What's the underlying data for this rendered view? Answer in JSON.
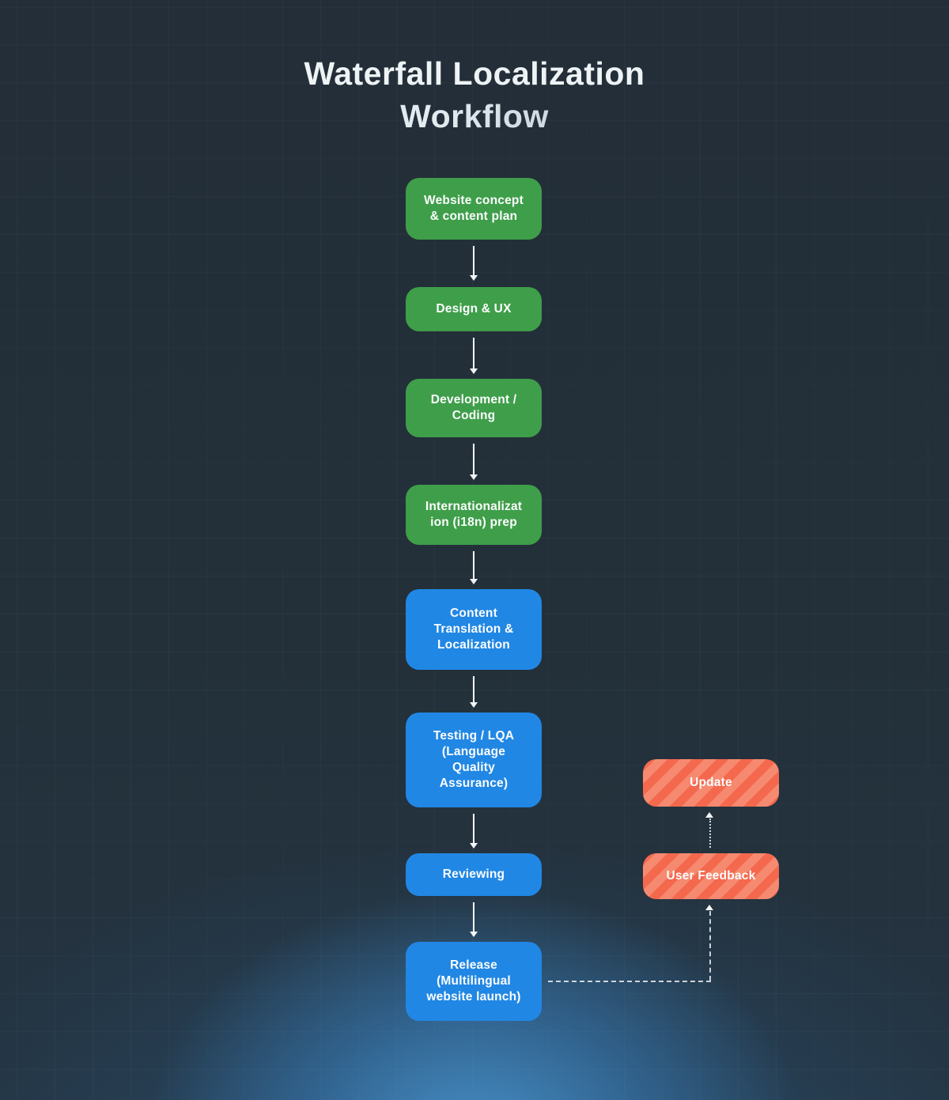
{
  "title": {
    "line1": "Waterfall Localization",
    "line2": "Workflow"
  },
  "flow": {
    "main_nodes": [
      {
        "label": "Website concept\n& content plan",
        "stage_color": "green"
      },
      {
        "label": "Design & UX",
        "stage_color": "green"
      },
      {
        "label": "Development /\nCoding",
        "stage_color": "green"
      },
      {
        "label": "Internationalizat\nion (i18n) prep",
        "stage_color": "green"
      },
      {
        "label": "Content\nTranslation &\nLocalization",
        "stage_color": "blue"
      },
      {
        "label": "Testing / LQA\n(Language\nQuality\nAssurance)",
        "stage_color": "blue"
      },
      {
        "label": "Reviewing",
        "stage_color": "blue"
      },
      {
        "label": "Release\n(Multilingual\nwebsite launch)",
        "stage_color": "blue"
      }
    ],
    "side_nodes": [
      {
        "label": "Update",
        "stage_color": "orange"
      },
      {
        "label": "User Feedback",
        "stage_color": "orange"
      }
    ],
    "connectors": [
      "Website concept & content plan -> Design & UX",
      "Design & UX -> Development / Coding",
      "Development / Coding -> Internationalization (i18n) prep",
      "Internationalization (i18n) prep -> Content Translation & Localization",
      "Content Translation & Localization -> Testing / LQA (Language Quality Assurance)",
      "Testing / LQA (Language Quality Assurance) -> Reviewing",
      "Reviewing -> Release (Multilingual website launch)",
      "Release (Multilingual website launch) -> User Feedback (dashed)",
      "User Feedback -> Update (dotted)"
    ]
  },
  "colors": {
    "green": "#3f9e4a",
    "blue": "#2187e4",
    "orange": "#f4694e",
    "orange_stripe": "#f68a70",
    "arrow": "#f5f8fa",
    "background": "#232e38",
    "glow": "#4893cd"
  }
}
